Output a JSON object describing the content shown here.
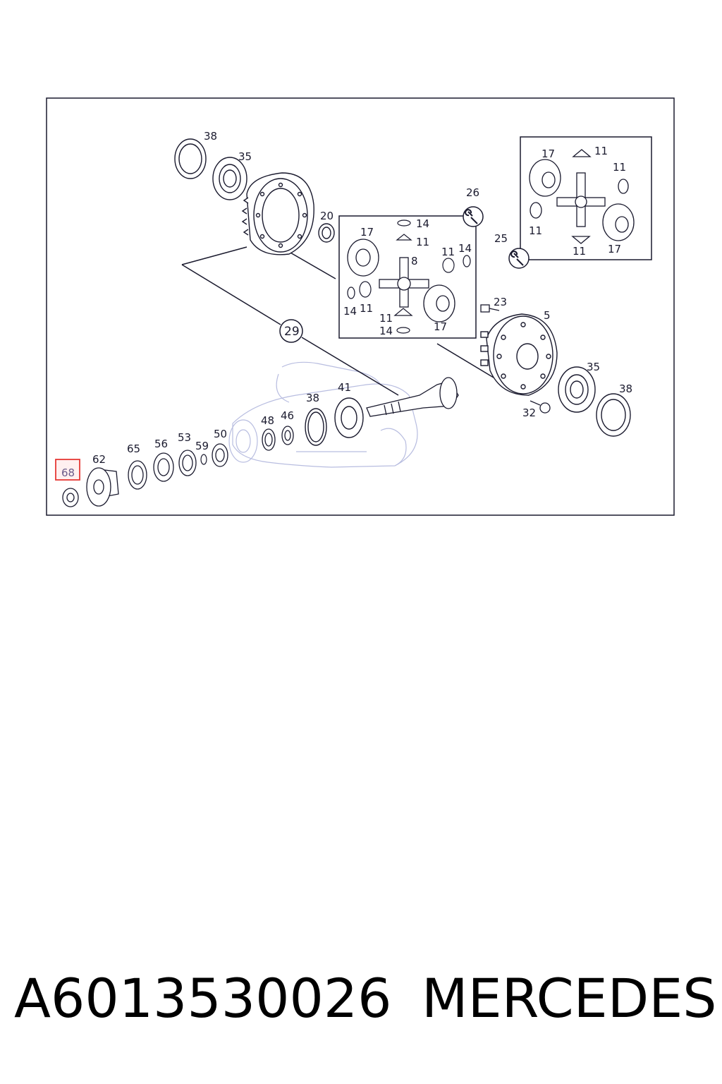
{
  "diagram": {
    "callouts": {
      "c38a": "38",
      "c35a": "35",
      "c20": "20",
      "c26": "26",
      "c25": "25",
      "c29": "29",
      "c23": "23",
      "c5": "5",
      "c35b": "35",
      "c38b": "38",
      "c32": "32",
      "c41": "41",
      "c38c": "38",
      "c46": "46",
      "c48": "48",
      "c50": "50",
      "c59": "59",
      "c53": "53",
      "c56": "56",
      "c65": "65",
      "c62": "62",
      "c68": "68",
      "m17a": "17",
      "m14a": "14",
      "m11a": "11",
      "m8": "8",
      "m11b": "11",
      "m14b": "14",
      "m14c": "14",
      "m11c": "11",
      "m11d": "11",
      "m14d": "14",
      "m17b": "17",
      "r17a": "17",
      "r11a": "11",
      "r11b": "11",
      "r11c": "11",
      "r11d": "11",
      "r17b": "17"
    },
    "highlighted_part": "68",
    "highlight_color": "#e53935"
  },
  "caption": {
    "part_number": "A6013530026",
    "brand": "MERCEDES"
  }
}
